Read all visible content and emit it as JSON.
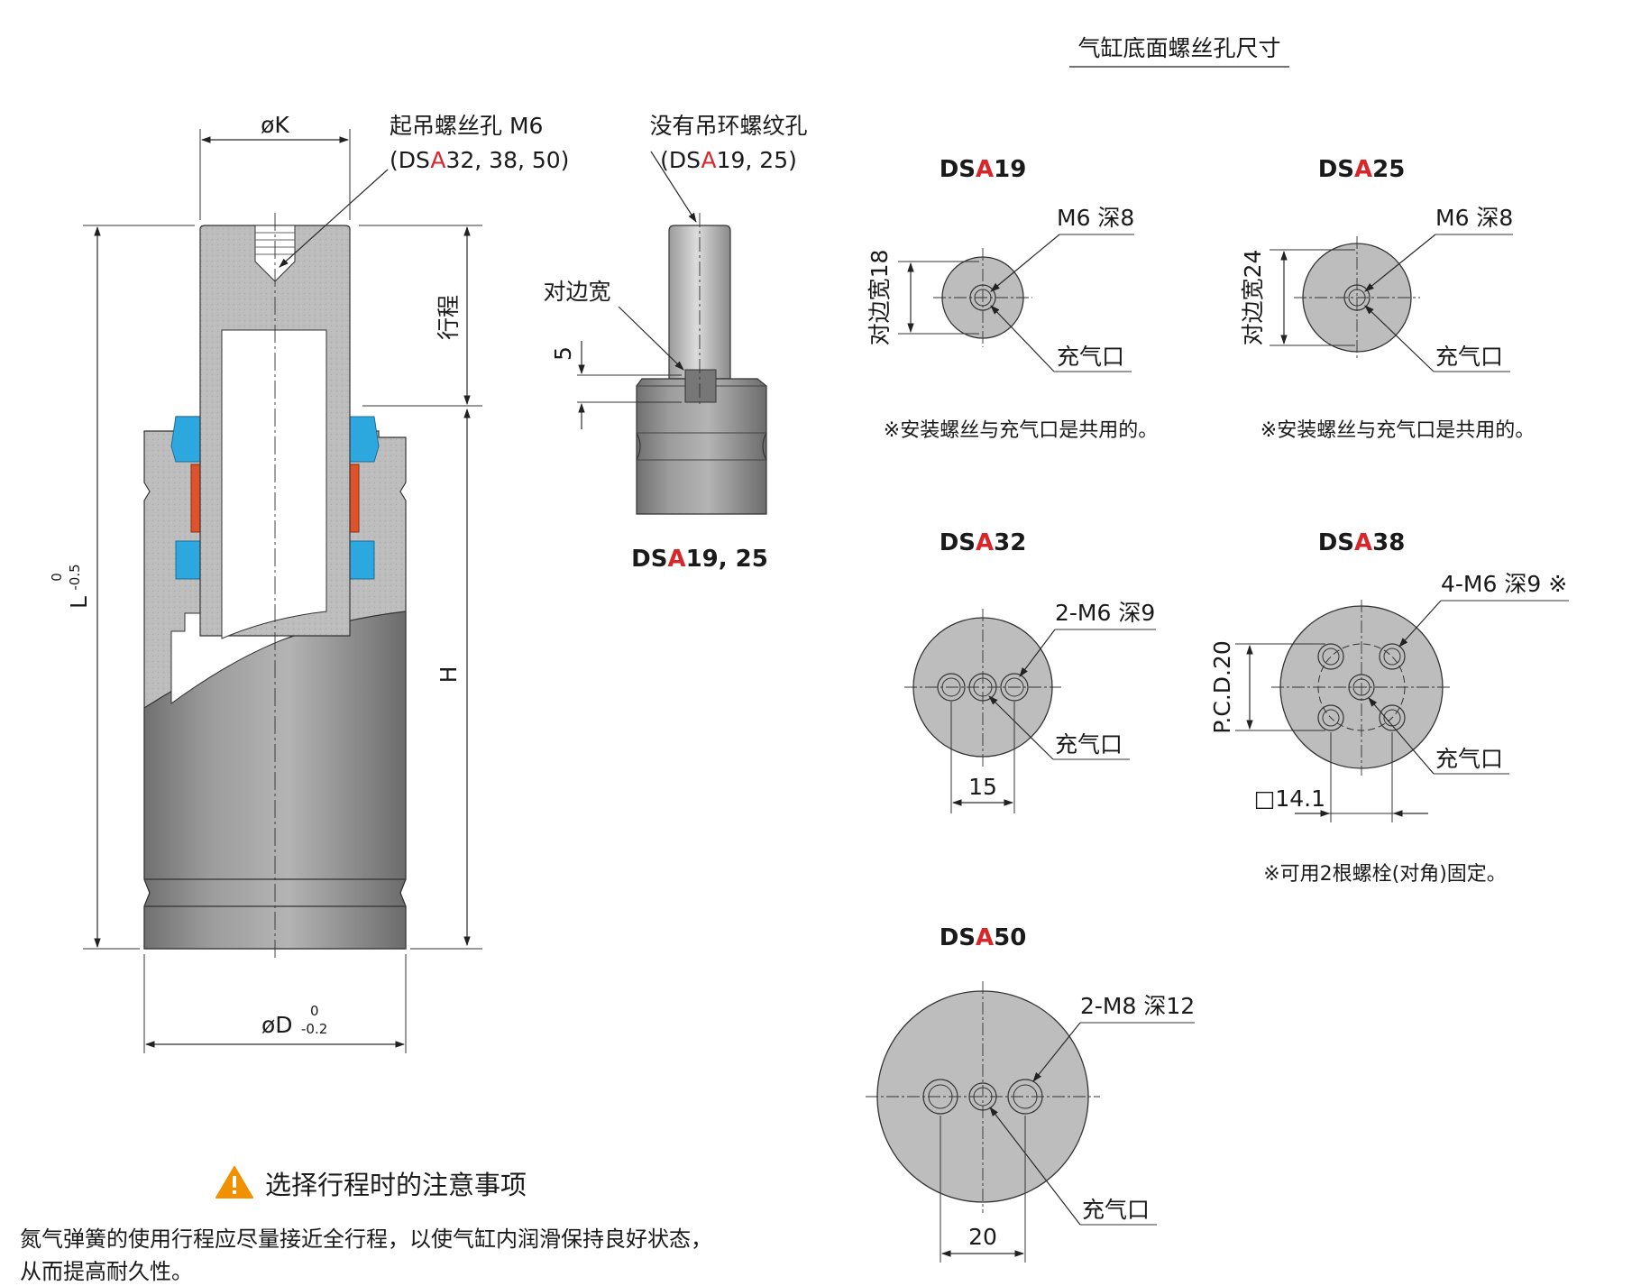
{
  "section_title": "气缸底面螺丝孔尺寸",
  "main_drawing": {
    "dim_k": "øK",
    "lifting_hole_label": "起吊螺丝孔 M6",
    "lifting_hole_models_prefix": "(DS",
    "lifting_hole_models_red": "A",
    "lifting_hole_models_suffix": "32, 38, 50)",
    "stroke_label": "行程",
    "height_label": "H",
    "length_label": "L",
    "length_tol_upper": "0",
    "length_tol_lower": "-0.5",
    "diameter_label": "øD",
    "diameter_tol_upper": "0",
    "diameter_tol_lower": "-0.2"
  },
  "small_drawing": {
    "no_ring_label": "没有吊环螺纹孔",
    "models_prefix": "(DS",
    "models_red": "A",
    "models_suffix": "19, 25)",
    "across_flats_label": "对边宽",
    "dim_5": "5",
    "caption_prefix": "DS",
    "caption_red": "A",
    "caption_suffix": "19, 25"
  },
  "views": [
    {
      "id": "dsa19",
      "prefix": "DS",
      "red": "A",
      "suffix": "19",
      "thread": "M6 深8",
      "port": "充气口",
      "side_dim": "对边宽18",
      "note": "※安装螺丝与充气口是共用的。"
    },
    {
      "id": "dsa25",
      "prefix": "DS",
      "red": "A",
      "suffix": "25",
      "thread": "M6 深8",
      "port": "充气口",
      "side_dim": "对边宽24",
      "note": "※安装螺丝与充气口是共用的。"
    },
    {
      "id": "dsa32",
      "prefix": "DS",
      "red": "A",
      "suffix": "32",
      "thread": "2-M6 深9",
      "port": "充气口",
      "bottom_dim": "15"
    },
    {
      "id": "dsa38",
      "prefix": "DS",
      "red": "A",
      "suffix": "38",
      "thread": "4-M6 深9 ※",
      "port": "充气口",
      "side_dim": "P.C.D.20",
      "square_dim": "□14.1",
      "note": "※可用2根螺栓(对角)固定。"
    },
    {
      "id": "dsa50",
      "prefix": "DS",
      "red": "A",
      "suffix": "50",
      "thread": "2-M8 深12",
      "port": "充气口",
      "bottom_dim": "20"
    }
  ],
  "caution": {
    "title": "选择行程时的注意事项",
    "icon": "warning-triangle-icon",
    "line1": "氮气弹簧的使用行程应尽量接近全行程，以使气缸内润滑保持良好状态，",
    "line2": "从而提高耐久性。"
  },
  "colors": {
    "accent_red": "#d8262a",
    "seal_blue": "#2ca8df",
    "seal_orange": "#e0522a",
    "warning_orange": "#f29100",
    "metal_gray": "#9a9a9a",
    "section_gray": "#bdbdbd"
  }
}
